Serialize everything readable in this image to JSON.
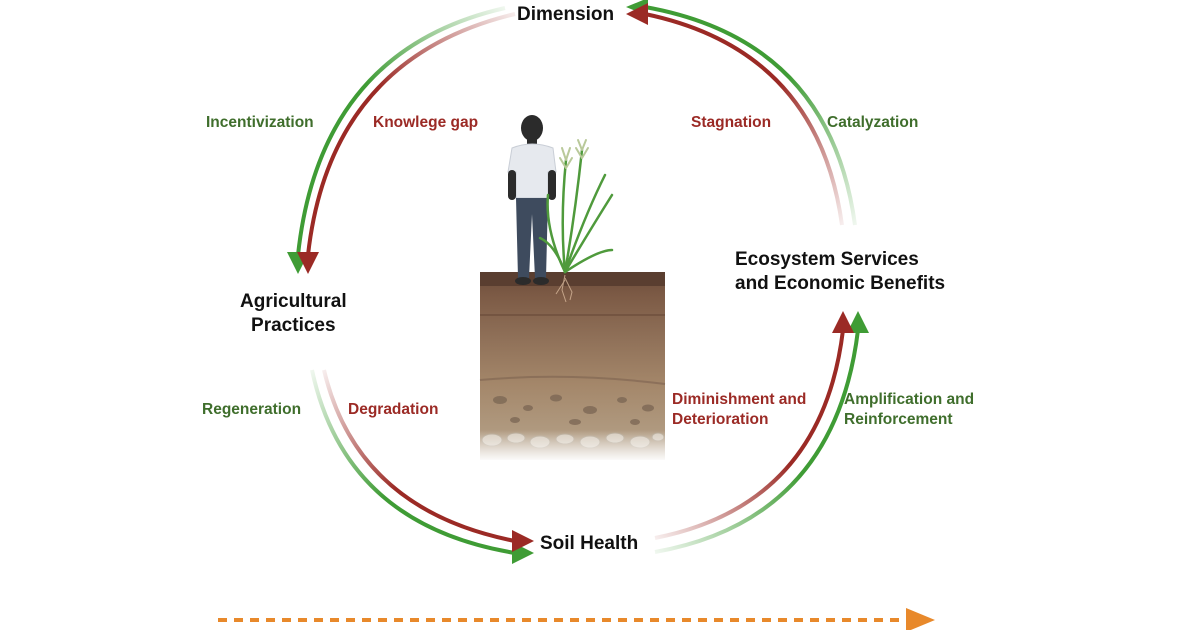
{
  "nodes": {
    "top": "Dimension",
    "left": [
      "Agricultural",
      "Practices"
    ],
    "right": [
      "Ecosystem Services",
      "and Economic Benefits"
    ],
    "bottom": "Soil Health"
  },
  "edge_labels": {
    "incentivization": "Incentivization",
    "knowledge_gap": "Knowlege gap",
    "stagnation": "Stagnation",
    "catalyzation": "Catalyzation",
    "regeneration": "Regeneration",
    "degradation": "Degradation",
    "diminishment": [
      "Diminishment and",
      "Deterioration"
    ],
    "amplification": [
      "Amplification and",
      "Reinforcement"
    ]
  },
  "colors": {
    "positive_cycle": "#3f9c35",
    "negative_cycle": "#9b2a25",
    "timeline_arrow": "#e8892b",
    "positive_text": "#3f6e2c",
    "negative_text": "#9b2a25"
  },
  "illustration": {
    "subject": "farmer standing beside crop plant on soil profile cross-section",
    "icons": [
      "farmer-figure",
      "grass-plant",
      "soil-profile"
    ]
  },
  "timeline": {
    "style": "dashed",
    "direction": "right"
  }
}
